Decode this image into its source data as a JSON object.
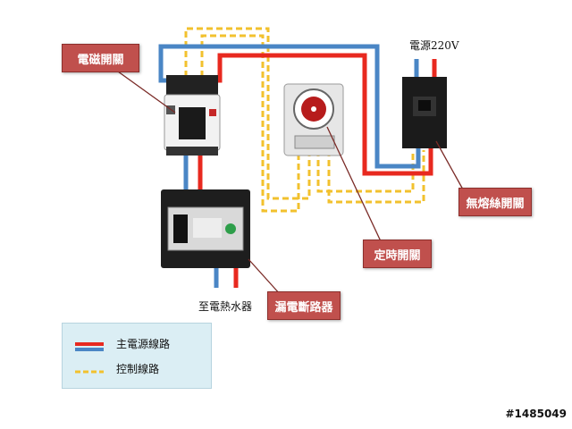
{
  "labels": {
    "contactor": "電磁開關",
    "power": "電源220V",
    "breaker": "無熔絲開關",
    "timer": "定時開關",
    "rcd": "漏電斷路器",
    "heater": "至電熱水器"
  },
  "legend": {
    "main": "主電源線路",
    "control": "控制線路"
  },
  "watermark": "#1485049",
  "colors": {
    "live": "#e8291f",
    "neutral": "#4a86c5",
    "control": "#f2c12e",
    "callout": "#c0504d"
  }
}
